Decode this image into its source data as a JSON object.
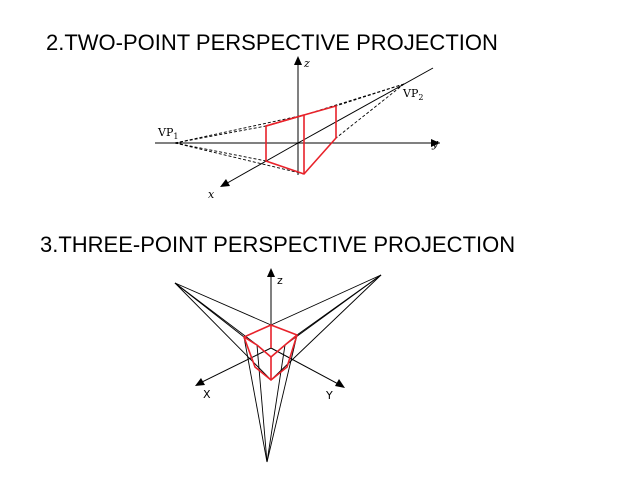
{
  "sections": {
    "two_point": {
      "title": "2.TWO-POINT PERSPECTIVE PROJECTION",
      "axis_labels": {
        "z": "z",
        "y": "y",
        "x": "x"
      },
      "vanishing_points": {
        "vp1": "VP",
        "vp1_sub": "1",
        "vp2": "VP",
        "vp2_sub": "2"
      }
    },
    "three_point": {
      "title": "3.THREE-POINT PERSPECTIVE PROJECTION",
      "axis_labels": {
        "z": "z",
        "x": "X",
        "y": "Y"
      }
    }
  },
  "colors": {
    "object": "#e8222a",
    "lines": "#000000"
  }
}
